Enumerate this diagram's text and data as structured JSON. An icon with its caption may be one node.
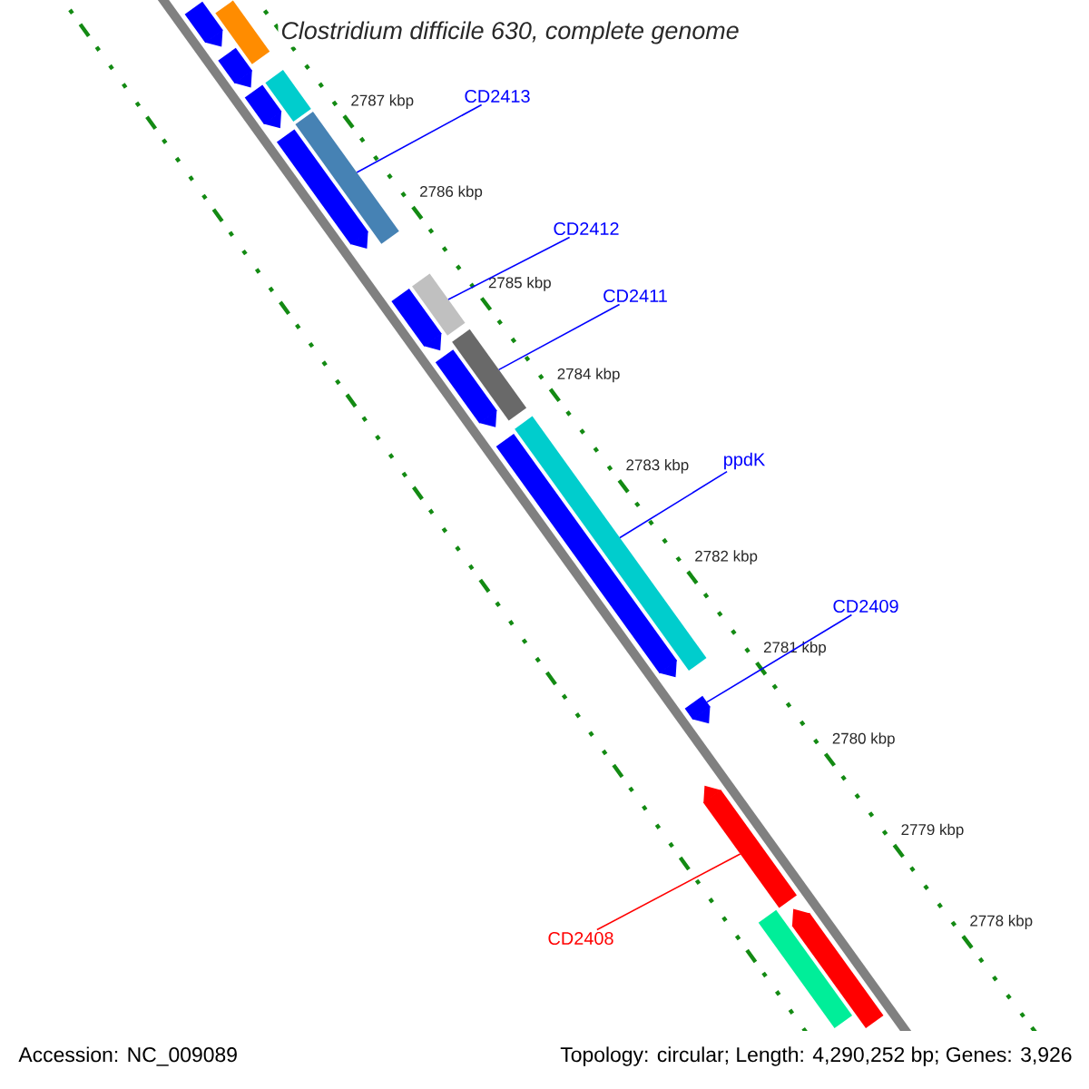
{
  "diagram": {
    "title": "Clostridium difficile 630, complete genome",
    "nodes": [
      {
        "text": [
          "CD2413"
        ]
      },
      {
        "text": [
          "CD2412"
        ]
      },
      {
        "text": [
          "CD2411"
        ]
      },
      {
        "text": [
          "ppdK"
        ]
      },
      {
        "text": [
          "CD2409"
        ]
      },
      {
        "text": [
          "CD2408"
        ]
      },
      {
        "text": [],
        "shape": "bar"
      },
      {
        "text": [],
        "shape": "bar"
      },
      {
        "text": [],
        "shape": "bar"
      },
      {
        "text": [],
        "shape": "bar"
      },
      {
        "text": [],
        "shape": "bar"
      },
      {
        "text": [],
        "shape": "bar"
      },
      {
        "text": [],
        "shape": "bar"
      },
      {
        "text": [],
        "shape": "bar"
      },
      {
        "text": [],
        "shape": "bar"
      },
      {
        "text": [],
        "shape": "bar"
      },
      {
        "text": [],
        "shape": "bar"
      },
      {
        "text": [],
        "shape": "bar"
      },
      {
        "text": [],
        "shape": "bar"
      },
      {
        "text": [],
        "shape": "bar"
      },
      {
        "text": [],
        "shape": "bar"
      },
      {
        "text": [],
        "shape": "bar"
      },
      {
        "text": [],
        "shape": "bar"
      }
    ],
    "edges": [
      {
        "from": 0,
        "to": 11,
        "arrow": "none"
      },
      {
        "from": 1,
        "to": 13,
        "arrow": "none"
      },
      {
        "from": 2,
        "to": 15,
        "arrow": "none"
      },
      {
        "from": 3,
        "to": 17,
        "arrow": "none"
      },
      {
        "from": 4,
        "to": 19,
        "arrow": "none"
      },
      {
        "from": 5,
        "to": 20,
        "arrow": "none",
        "color": "#ff0000"
      }
    ],
    "labels": [
      "2787 kbp",
      "2786 kbp",
      "2785 kbp",
      "2784 kbp",
      "2783 kbp",
      "2782 kbp",
      "2781 kbp",
      "2780 kbp",
      "2779 kbp",
      "2778 kbp",
      "Accession: NC_009089",
      "Topology: circular; Length: 4,290,252 bp; Genes: 3,926"
    ]
  }
}
